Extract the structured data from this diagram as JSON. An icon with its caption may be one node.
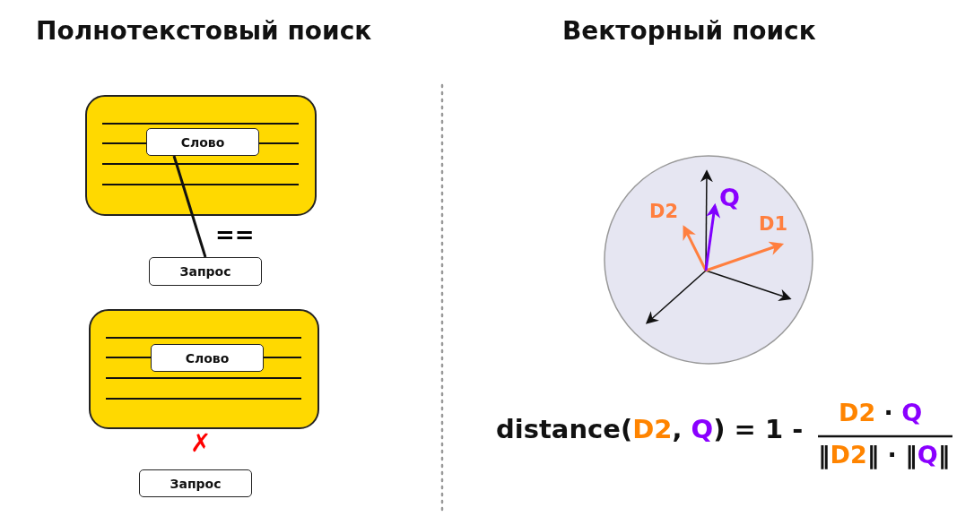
{
  "diagram": {
    "nodes": [
      {
        "text": [],
        "shape": "box"
      },
      {
        "text": [
          "Слово"
        ],
        "in": 0
      },
      {
        "text": [
          "Запрос"
        ]
      },
      {
        "text": [],
        "shape": "box"
      },
      {
        "text": [
          "Слово"
        ],
        "in": 3
      },
      {
        "text": [
          "Запрос"
        ]
      }
    ],
    "edges": [
      {
        "from": 1,
        "to": 2,
        "arrow": "none",
        "label": "=="
      }
    ],
    "labels": [
      "Полнотекстовый поиск",
      "Векторный поиск",
      "✗",
      "Q",
      "D2",
      "D1",
      "distance(",
      "D2",
      ", ",
      "Q",
      ") = 1 -",
      "D2",
      " · ",
      "Q",
      "‖",
      "D2",
      "‖ · ‖",
      "Q",
      "‖"
    ]
  }
}
